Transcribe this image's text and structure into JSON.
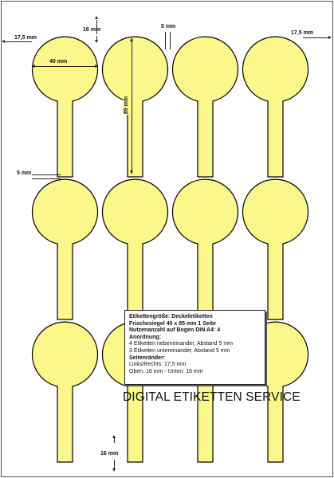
{
  "colors": {
    "label_fill": "#fbf78a",
    "label_stroke": "#000000",
    "sheet_border": "#555555"
  },
  "labels": {
    "rows": 3,
    "columns": 4
  },
  "dimensions": {
    "margin_left": "17,5 mm",
    "margin_right": "17,5 mm",
    "margin_top": "16 mm",
    "margin_bottom": "16 mm",
    "gap_horizontal": "5 mm",
    "gap_vertical": "5 mm",
    "diameter": "40 mm",
    "height": "85 mm"
  },
  "info": {
    "title": "Etikettengröße: Deckeletiketten",
    "subtitle": "Frischesiegel 40 x 85 mm 1 Seite",
    "per_sheet": "Nutzenanzahl auf Bogen DIN A4: 4",
    "arrangement_heading": "Anordnung:",
    "arrangement_horizontal": "4 Etiketten nebeneinander, Abstand 5 mm",
    "arrangement_vertical": "3 Etiketten untereinander, Abstand 5 mm",
    "margins_heading": "Seitenränder:",
    "margins_left_right": "Links/Rechts: 17,5 mm",
    "margins_top_bottom": "Oben: 16 mm - Unten: 16 mm"
  },
  "brand": "DIGITAL ETIKETTEN SERVICE"
}
